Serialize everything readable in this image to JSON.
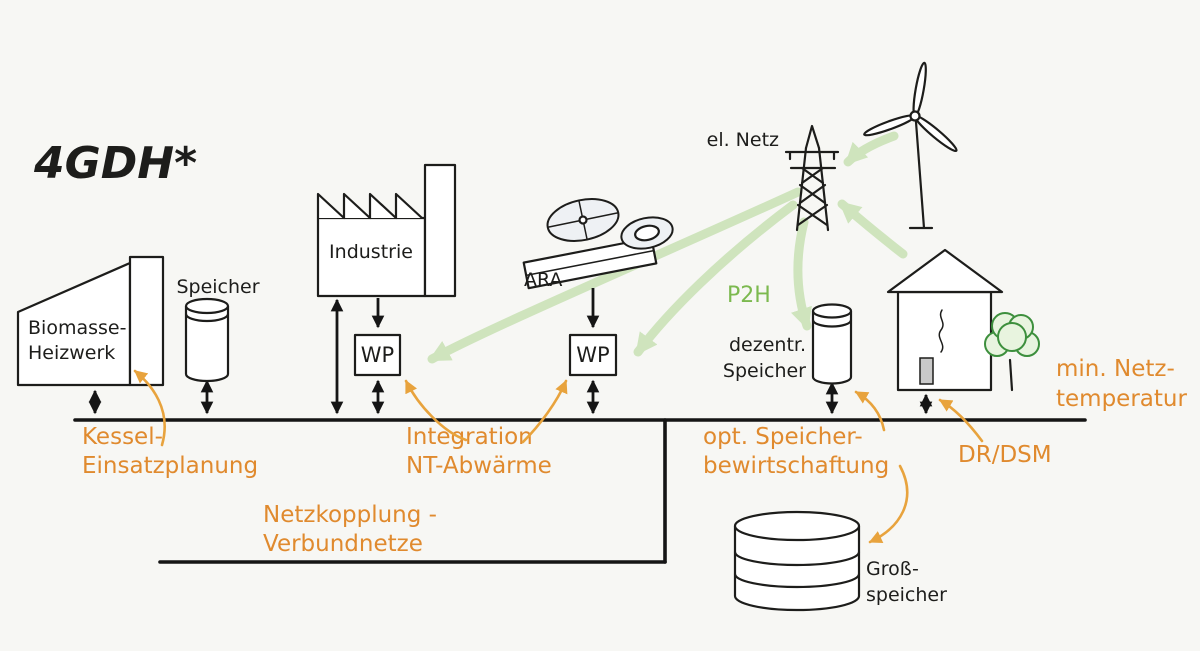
{
  "title": "4GDH*",
  "colors": {
    "ink": "#1d1d1b",
    "orange_annotation": "#e08a2e",
    "orange_arrow": "#e8a33d",
    "green_arrow": "#cbe3b8",
    "green_text": "#7cb94f",
    "tree_green": "#3d8f3d",
    "background": "#f7f7f4"
  },
  "nodes": {
    "biomasse": {
      "line1": "Biomasse-",
      "line2": "Heizwerk"
    },
    "speicher_left": {
      "label": "Speicher"
    },
    "industrie": {
      "label": "Industrie"
    },
    "wp_left": {
      "label": "WP"
    },
    "wp_right": {
      "label": "WP"
    },
    "ara": {
      "label": "ARA"
    },
    "el_netz": {
      "label": "el. Netz"
    },
    "dezentr_speicher": {
      "line1": "dezentr.",
      "line2": "Speicher"
    },
    "gross_speicher": {
      "line1": "Groß-",
      "line2": "speicher"
    }
  },
  "annotations": {
    "p2h": "P2H",
    "kessel": {
      "line1": "Kessel-",
      "line2": "Einsatzplanung"
    },
    "integration": {
      "line1": "Integration",
      "line2": "NT-Abwärme"
    },
    "netzkopplung": {
      "line1": "Netzkopplung -",
      "line2": "Verbundnetze"
    },
    "opt_speicher": {
      "line1": "opt. Speicher-",
      "line2": "bewirtschaftung"
    },
    "drdsm": "DR/DSM",
    "min_netz": {
      "line1": "min. Netz-",
      "line2": "temperatur"
    }
  }
}
